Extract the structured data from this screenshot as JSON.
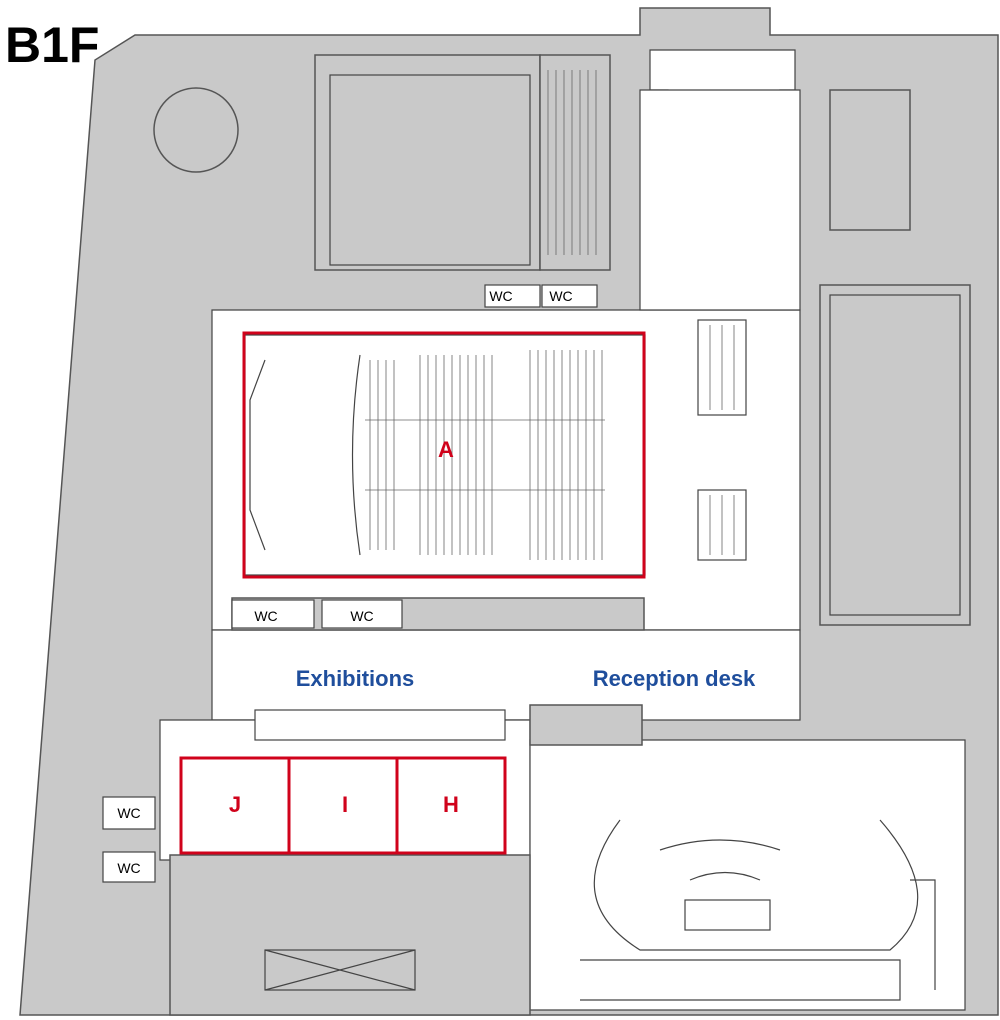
{
  "floor": {
    "label": "B1F"
  },
  "rooms": [
    {
      "id": "A",
      "label": "A"
    },
    {
      "id": "J",
      "label": "J"
    },
    {
      "id": "I",
      "label": "I"
    },
    {
      "id": "H",
      "label": "H"
    }
  ],
  "areas": {
    "exhibitions": "Exhibitions",
    "reception": "Reception desk"
  },
  "restrooms": {
    "wc_1": "WC",
    "wc_2": "WC",
    "wc_3": "WC",
    "wc_4": "WC",
    "wc_5": "WC",
    "wc_6": "WC"
  },
  "colors": {
    "highlight": "#d0021b",
    "area_text": "#1f4e9c",
    "building_fill": "#c9c9c9"
  }
}
